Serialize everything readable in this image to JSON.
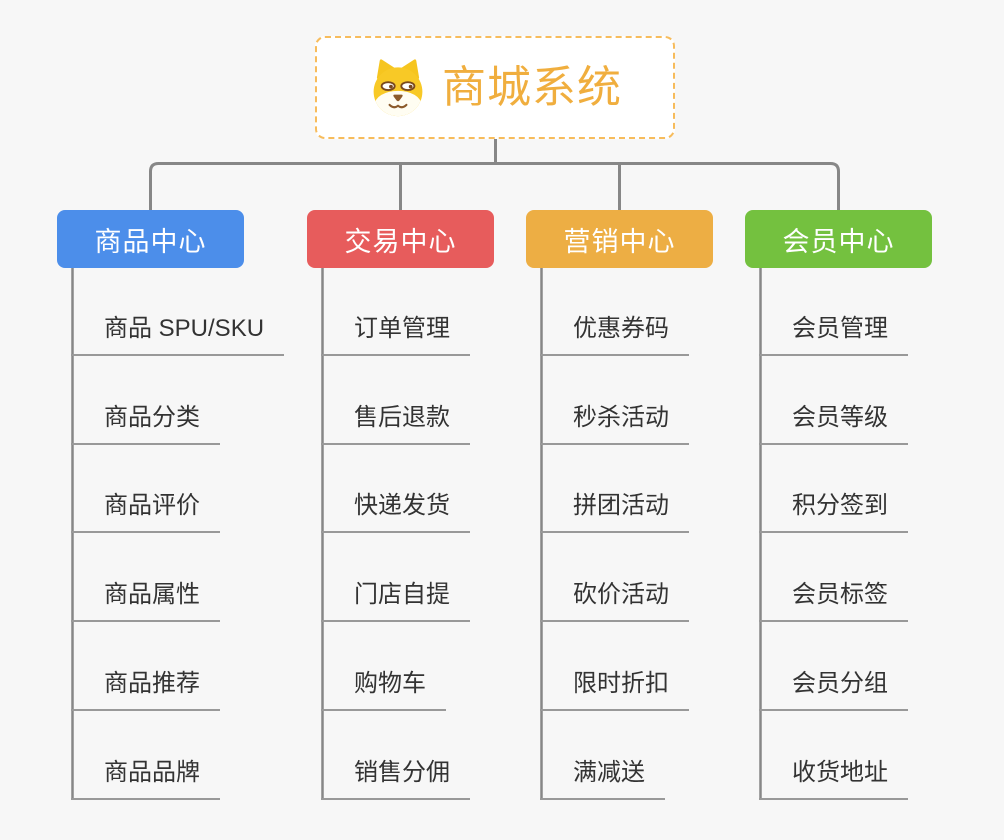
{
  "canvas": {
    "background_color": "#f7f7f7",
    "line_color": "#878787",
    "underline_color": "#999999"
  },
  "root": {
    "title": "商城系统",
    "title_color": "#f0ae3e",
    "border_color": "#f7bc5c",
    "icon": "dog-icon"
  },
  "branches": [
    {
      "label": "商品中心",
      "color": "#4c8eea",
      "items": [
        "商品 SPU/SKU",
        "商品分类",
        "商品评价",
        "商品属性",
        "商品推荐",
        "商品品牌"
      ]
    },
    {
      "label": "交易中心",
      "color": "#e75c5c",
      "items": [
        "订单管理",
        "售后退款",
        "快递发货",
        "门店自提",
        "购物车",
        "销售分佣"
      ]
    },
    {
      "label": "营销中心",
      "color": "#edae44",
      "items": [
        "优惠券码",
        "秒杀活动",
        "拼团活动",
        "砍价活动",
        "限时折扣",
        "满减送"
      ]
    },
    {
      "label": "会员中心",
      "color": "#74c13f",
      "items": [
        "会员管理",
        "会员等级",
        "积分签到",
        "会员标签",
        "会员分组",
        "收货地址"
      ]
    }
  ]
}
